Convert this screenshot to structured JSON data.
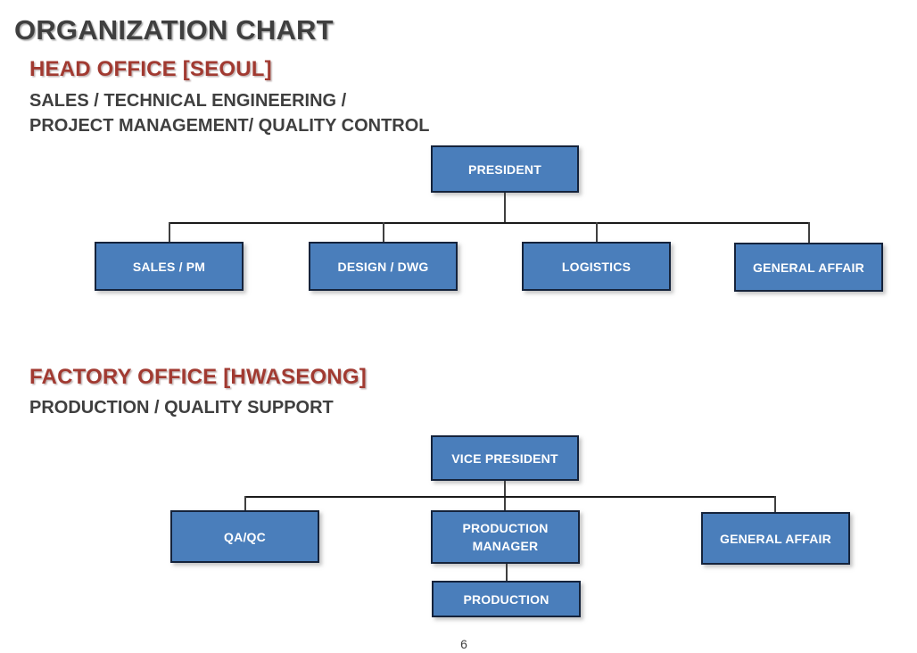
{
  "slide": {
    "title": "ORGANIZATION CHART",
    "page_number": "6",
    "node_fill_color": "#4A7EBB",
    "node_border_color": "#15233B",
    "node_text_color": "#FFFFFF",
    "heading_color": "#3F3F3F",
    "section_heading_color": "#A13A31",
    "connector_color": "#1A1A1A"
  },
  "sections": [
    {
      "heading": "HEAD OFFICE [SEOUL]",
      "subheading": "SALES / TECHNICAL ENGINEERING /\nPROJECT MANAGEMENT/ QUALITY CONTROL",
      "root": "PRESIDENT",
      "children": [
        "SALES / PM",
        "DESIGN / DWG",
        "LOGISTICS",
        "GENERAL AFFAIR"
      ]
    },
    {
      "heading": "FACTORY OFFICE [HWASEONG]",
      "subheading": "PRODUCTION / QUALITY SUPPORT",
      "root": "VICE PRESIDENT",
      "children": [
        "QA/QC",
        "PRODUCTION\nMANAGER",
        "GENERAL AFFAIR"
      ],
      "grandchild": "PRODUCTION"
    }
  ]
}
